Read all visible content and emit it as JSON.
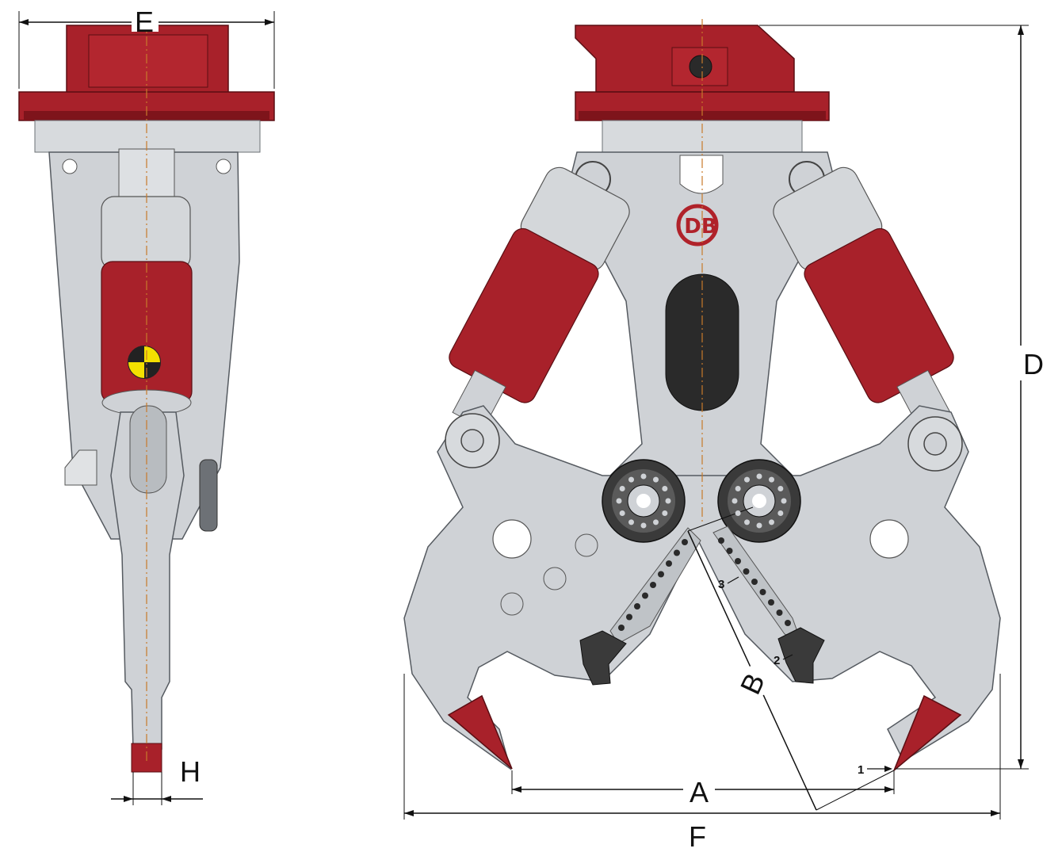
{
  "colors": {
    "red": "#a8212a",
    "red_dark": "#7e141b",
    "steel": "#cfd2d6",
    "steel_dark": "#9aa0a6",
    "steel_light": "#e6e8ea",
    "black_part": "#2a2a2a",
    "center_yellow": "#f4e000",
    "dimension_line": "#111111",
    "centerline": "#c87a2a"
  },
  "icons": {
    "logo": "db-logo-icon",
    "center_of_gravity": "center-of-gravity-icon"
  },
  "dimension_labels": {
    "A": "A",
    "B": "B",
    "D": "D",
    "E": "E",
    "F": "F",
    "H": "H"
  },
  "markers": {
    "one": "1",
    "two": "2",
    "three": "3"
  },
  "logo_text": "DB"
}
